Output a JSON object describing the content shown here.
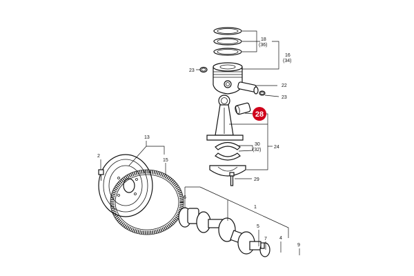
{
  "callouts": {
    "c18": "18",
    "c36": "(36)",
    "c16": "16",
    "c34": "(34)",
    "c23a": "23",
    "c22": "22",
    "c23b": "23",
    "c28": "28",
    "c30": "30",
    "c32": "(32)",
    "c24": "24",
    "c29": "29",
    "c13": "13",
    "c2": "2",
    "c15": "15",
    "c6": "6",
    "c1": "1",
    "c5": "5",
    "c7": "7",
    "c4": "4",
    "c9": "9"
  },
  "highlight": {
    "part_number": "28",
    "color": "#d0021b"
  }
}
